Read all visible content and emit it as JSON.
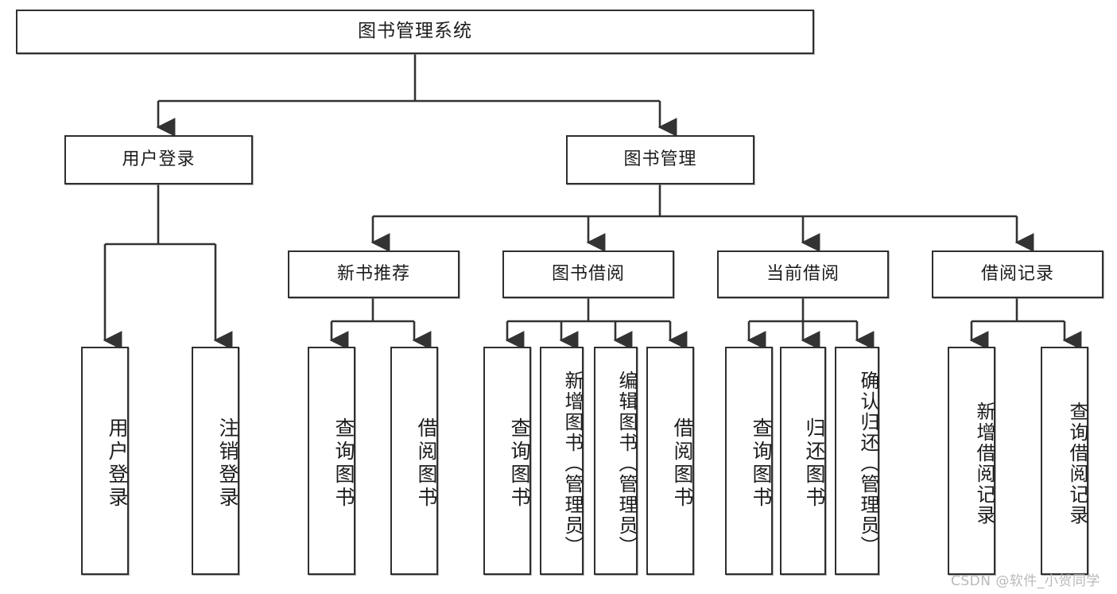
{
  "diagram": {
    "type": "tree-hierarchy",
    "title": "图书管理系统",
    "watermark": "CSDN @软件_小贺同学",
    "colors": {
      "box_border": "#2f2f2f",
      "box_fill": "#ffffff",
      "connector": "#333333",
      "text": "#1c1c1c",
      "watermark": "#b9b9b9",
      "background": "#ffffff"
    },
    "nodes": {
      "root": {
        "label": "图书管理系统"
      },
      "level2": [
        {
          "id": "user-login",
          "label": "用户登录"
        },
        {
          "id": "book-management",
          "label": "图书管理"
        }
      ],
      "level3": [
        {
          "id": "new-book-recommend",
          "label": "新书推荐"
        },
        {
          "id": "book-borrow",
          "label": "图书借阅"
        },
        {
          "id": "current-borrow",
          "label": "当前借阅"
        },
        {
          "id": "borrow-record",
          "label": "借阅记录"
        }
      ],
      "leaves": [
        {
          "id": "leaf-user-login",
          "label": "用户登录",
          "parent": "user-login"
        },
        {
          "id": "leaf-logout-login",
          "label": "注销登录",
          "parent": "user-login"
        },
        {
          "id": "leaf-query-book-1",
          "label": "查询图书",
          "parent": "new-book-recommend"
        },
        {
          "id": "leaf-borrow-book-1",
          "label": "借阅图书",
          "parent": "new-book-recommend"
        },
        {
          "id": "leaf-query-book-2",
          "label": "查询图书",
          "parent": "book-borrow"
        },
        {
          "id": "leaf-add-book",
          "label": "新增图书（管理员）",
          "parent": "book-borrow"
        },
        {
          "id": "leaf-edit-book",
          "label": "编辑图书（管理员）",
          "parent": "book-borrow"
        },
        {
          "id": "leaf-borrow-book-2",
          "label": "借阅图书",
          "parent": "book-borrow"
        },
        {
          "id": "leaf-query-book-3",
          "label": "查询图书",
          "parent": "current-borrow"
        },
        {
          "id": "leaf-return-book",
          "label": "归还图书",
          "parent": "current-borrow"
        },
        {
          "id": "leaf-confirm-return",
          "label": "确认归还（管理员）",
          "parent": "current-borrow"
        },
        {
          "id": "leaf-add-record",
          "label": "新增借阅记录",
          "parent": "borrow-record"
        },
        {
          "id": "leaf-query-record",
          "label": "查询借阅记录",
          "parent": "borrow-record"
        }
      ]
    }
  }
}
